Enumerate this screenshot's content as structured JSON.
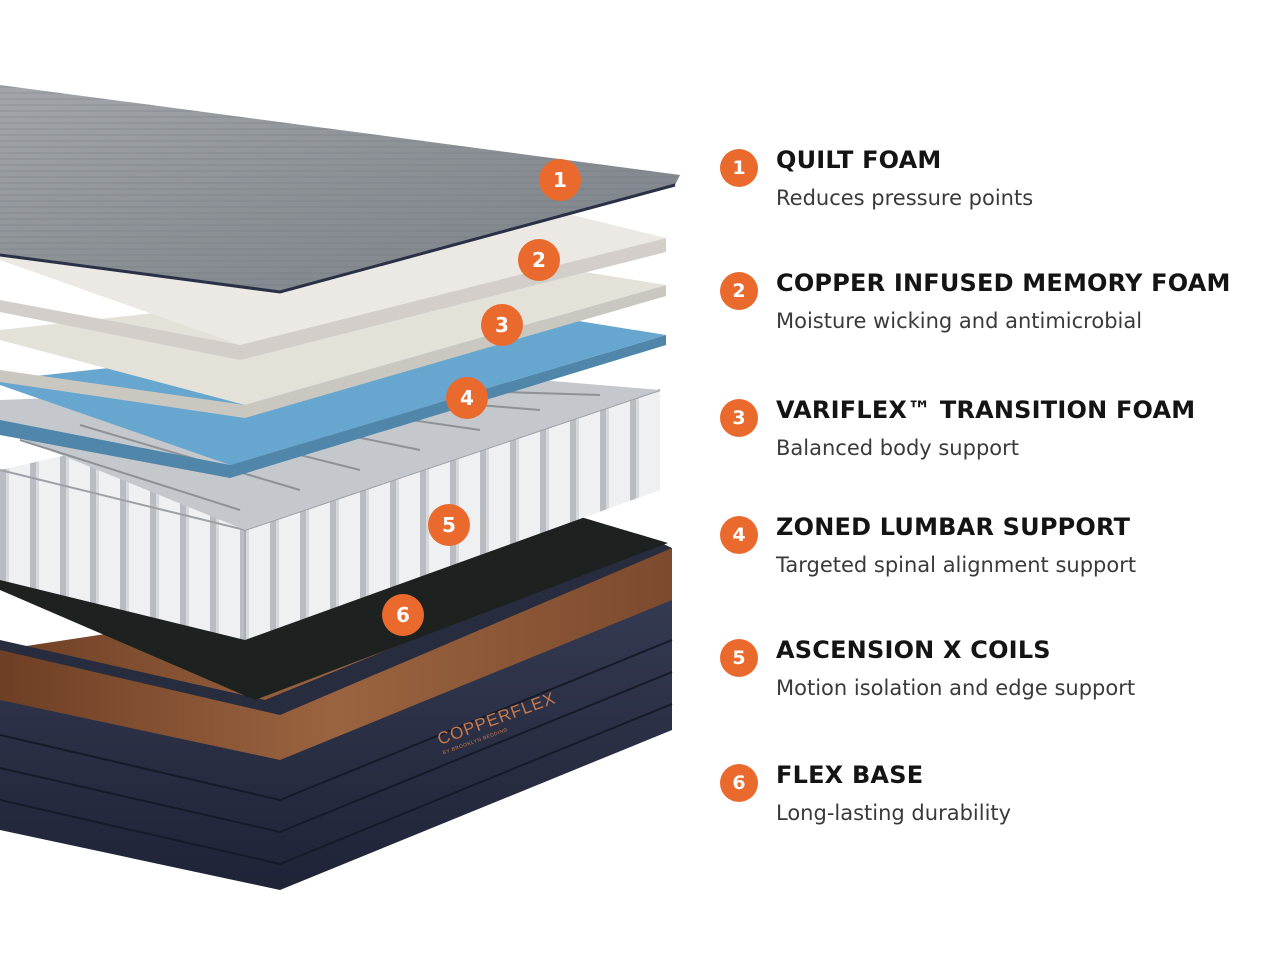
{
  "colors": {
    "badge": "#ea6a2e",
    "badge_text": "#ffffff",
    "title": "#141414",
    "description": "#3a3a3a",
    "quilt_layer": "#8e9296",
    "memory_foam_layer": "#ece8e3",
    "transition_foam_layer": "#e3e1d8",
    "lumbar_layer": "#67a6cf",
    "coil_layer": "#e9ebee",
    "base_top": "#1d2220",
    "base_copper_band": "#8a5433",
    "base_body": "#2a2f45"
  },
  "illustration": {
    "brand_name": "COPPERFLEX",
    "brand_tagline": "BY BROOKLYN BEDDING",
    "markers": [
      {
        "number": "1",
        "layer": "quilt-foam"
      },
      {
        "number": "2",
        "layer": "copper-memory-foam"
      },
      {
        "number": "3",
        "layer": "transition-foam"
      },
      {
        "number": "4",
        "layer": "lumbar-support"
      },
      {
        "number": "5",
        "layer": "coils"
      },
      {
        "number": "6",
        "layer": "flex-base"
      }
    ]
  },
  "legend": [
    {
      "number": "1",
      "title": "QUILT FOAM",
      "description": "Reduces pressure points"
    },
    {
      "number": "2",
      "title": "COPPER INFUSED MEMORY FOAM",
      "description": "Moisture wicking and antimicrobial"
    },
    {
      "number": "3",
      "title": "VARIFLEX™ TRANSITION FOAM",
      "description": "Balanced body support"
    },
    {
      "number": "4",
      "title": "ZONED LUMBAR SUPPORT",
      "description": "Targeted spinal alignment support"
    },
    {
      "number": "5",
      "title": "ASCENSION X COILS",
      "description": "Motion isolation and edge support"
    },
    {
      "number": "6",
      "title": "FLEX BASE",
      "description": "Long-lasting durability"
    }
  ]
}
